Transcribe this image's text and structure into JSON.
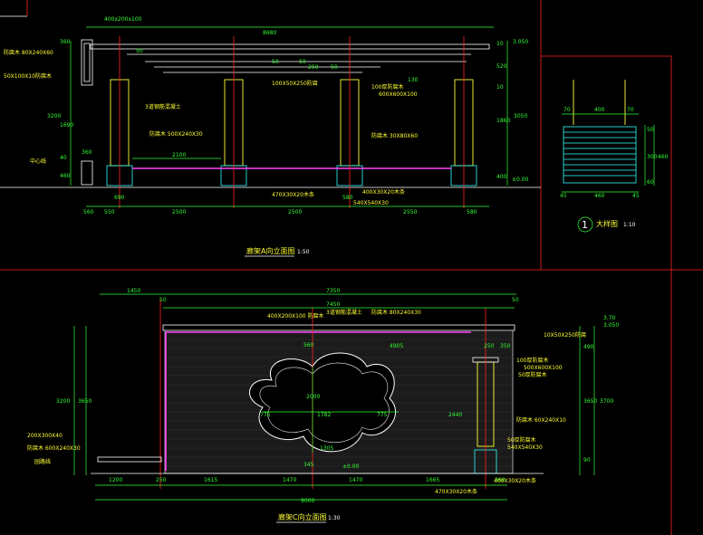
{
  "drawing_a": {
    "title": "廊架A向立面图",
    "scale": "1:50",
    "top_dims": [
      "400x200x100",
      "8680"
    ],
    "bottom_dims": [
      "560",
      "550",
      "2500",
      "2500",
      "2550",
      "580"
    ],
    "col_width": [
      "690",
      "580"
    ],
    "span_dim": "2100",
    "height_dims": [
      "3.050",
      "10",
      "520",
      "1860",
      "3050",
      "400",
      "±0.00"
    ],
    "left_height_dims": [
      "360",
      "1690",
      "3200",
      "40",
      "360",
      "460"
    ],
    "beam_dims": [
      "50",
      "250",
      "50",
      "10",
      "130",
      "50",
      "50"
    ],
    "notes": [
      "防腐木 80X240X60",
      "3道钢筋混凝土",
      "50X100X10防腐木",
      "100X50X250防腐",
      "防腐木 500X240X30",
      "100厚防腐木",
      "600X600X100",
      "防腐木 30X80X60",
      "中心线",
      "470X30X20木条",
      "400X30X20木条",
      "540X540X30"
    ]
  },
  "detail_1": {
    "number": "1",
    "title": "大样图",
    "scale": "1:10",
    "top_dims": [
      "70",
      "400",
      "70"
    ],
    "bottom_dims": [
      "45",
      "460",
      "45"
    ],
    "side_dims": [
      "50",
      "300",
      "460",
      "60"
    ]
  },
  "drawing_c": {
    "title": "廊架C向立面图",
    "scale": "1:30",
    "top_dims": [
      "1450",
      "50",
      "7350",
      "7450",
      "50"
    ],
    "mid_dims": [
      "4905",
      "250",
      "350"
    ],
    "opening_dims": [
      "775",
      "1782",
      "775",
      "2440",
      "2000",
      "560",
      "1305",
      "345"
    ],
    "bottom_dims": [
      "1200",
      "250",
      "1615",
      "1470",
      "1470",
      "1665",
      "360"
    ],
    "total_dim": "9000",
    "height_dims": [
      "3.70",
      "3.050",
      "3650",
      "3700",
      "490",
      "90"
    ],
    "left_height_dims": [
      "3200",
      "3650"
    ],
    "notes": [
      "400X200X100 防腐木",
      "3道钢筋混凝土",
      "防腐木 80X240X30",
      "10X50X250防腐",
      "100厚防腐木",
      "500X600X100",
      "50厚防腐木",
      "防腐木 60X240X10",
      "50厚防腐木",
      "540X540X30",
      "200X300X40",
      "防腐木 600X240X30",
      "470X30X20木条",
      "400X30X20木条",
      "±0.00",
      "园路线"
    ]
  }
}
